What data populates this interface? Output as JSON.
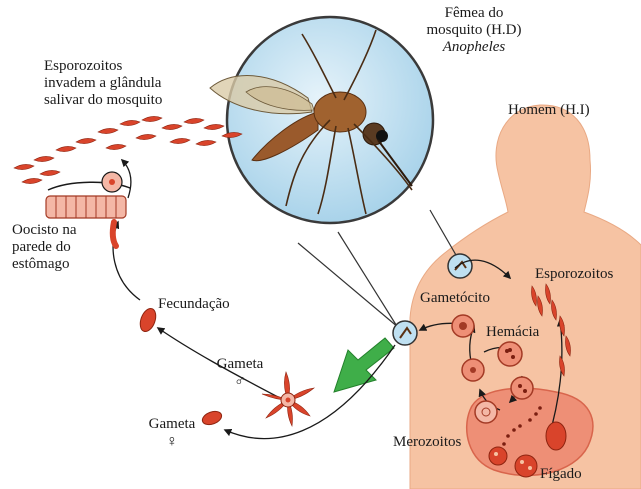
{
  "labels": {
    "mosquito_title_line1": "Fêmea do",
    "mosquito_title_line2": "mosquito (H.D)",
    "mosquito_genus": "Anopheles",
    "host_title": "Homem (H.I)",
    "esporozoitos_glandula_line1": "Esporozoitos",
    "esporozoitos_glandula_line2": "invadem a glândula",
    "esporozoitos_glandula_line3": "salivar do mosquito",
    "oocisto_line1": "Oocisto na",
    "oocisto_line2": "parede do",
    "oocisto_line3": "estômago",
    "fecundacao": "Fecundação",
    "gameta_male_word": "Gameta",
    "male_symbol": "♂",
    "gameta_female_word": "Gameta",
    "female_symbol": "♀",
    "esporozoitos_human": "Esporozoitos",
    "gametocito": "Gametócito",
    "hemacia": "Hemácia",
    "merozoitos": "Merozoitos",
    "figado": "Fígado"
  },
  "colors": {
    "parasite_red": "#d9442b",
    "skin": "#f6c3a3",
    "liver": "#ee8f76",
    "lens_blue": "#bfe0f1",
    "arrow_green": "#3fae49",
    "mosquito_brown": "#8a5128"
  }
}
